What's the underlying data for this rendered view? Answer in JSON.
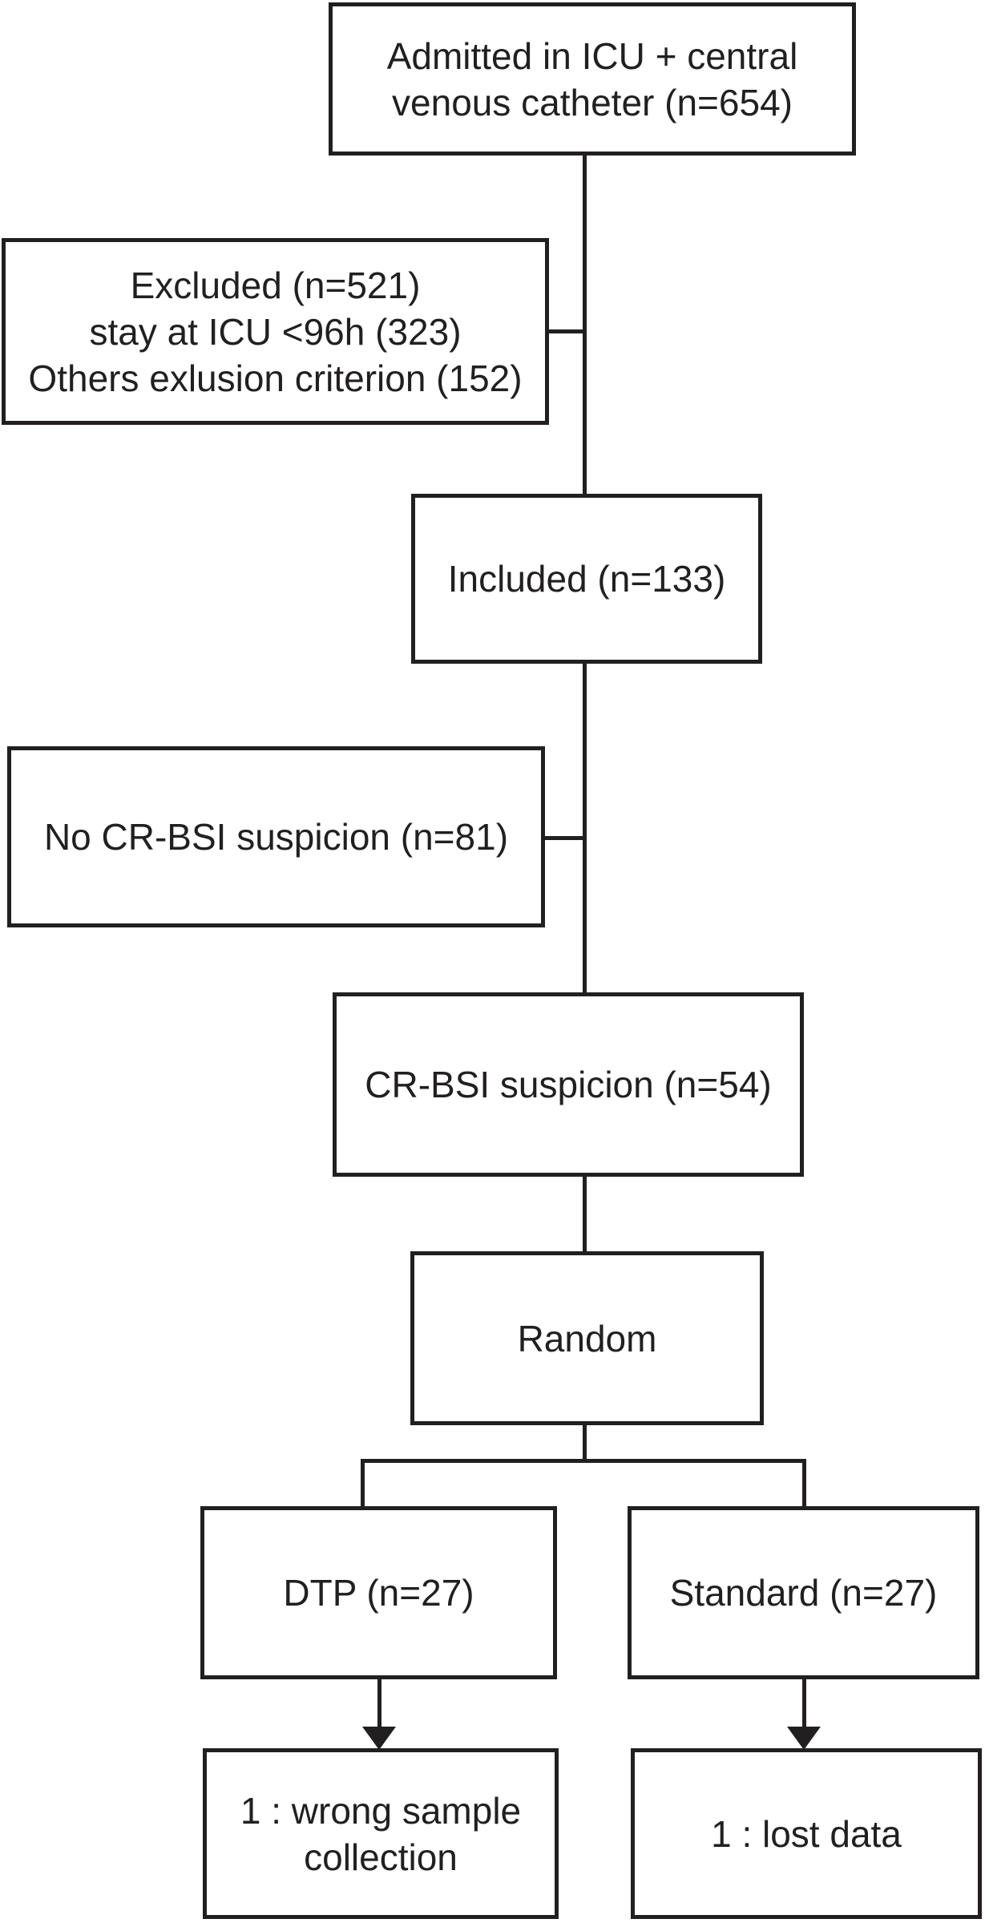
{
  "colors": {
    "ink": "#221f20",
    "background": "#ffffff"
  },
  "flowchart": {
    "description": "Patient flow diagram (randomized study of CR-BSI diagnosis)",
    "boxes": {
      "admitted": {
        "lines": [
          "Admitted in ICU + central",
          "venous catheter (n=654)"
        ]
      },
      "excluded": {
        "lines": [
          "Excluded (n=521)",
          "stay at ICU <96h (323)",
          "Others exlusion criterion (152)"
        ]
      },
      "included": {
        "lines": [
          "Included (n=133)"
        ]
      },
      "no_crbsi": {
        "lines": [
          "No CR-BSI suspicion (n=81)"
        ]
      },
      "crbsi": {
        "lines": [
          "CR-BSI suspicion (n=54)"
        ]
      },
      "random": {
        "lines": [
          "Random"
        ]
      },
      "dtp": {
        "lines": [
          "DTP (n=27)"
        ]
      },
      "standard": {
        "lines": [
          "Standard (n=27)"
        ]
      },
      "wrong_sample": {
        "lines": [
          "1 : wrong sample",
          "collection"
        ]
      },
      "lost_data": {
        "lines": [
          "1 : lost data"
        ]
      }
    }
  }
}
